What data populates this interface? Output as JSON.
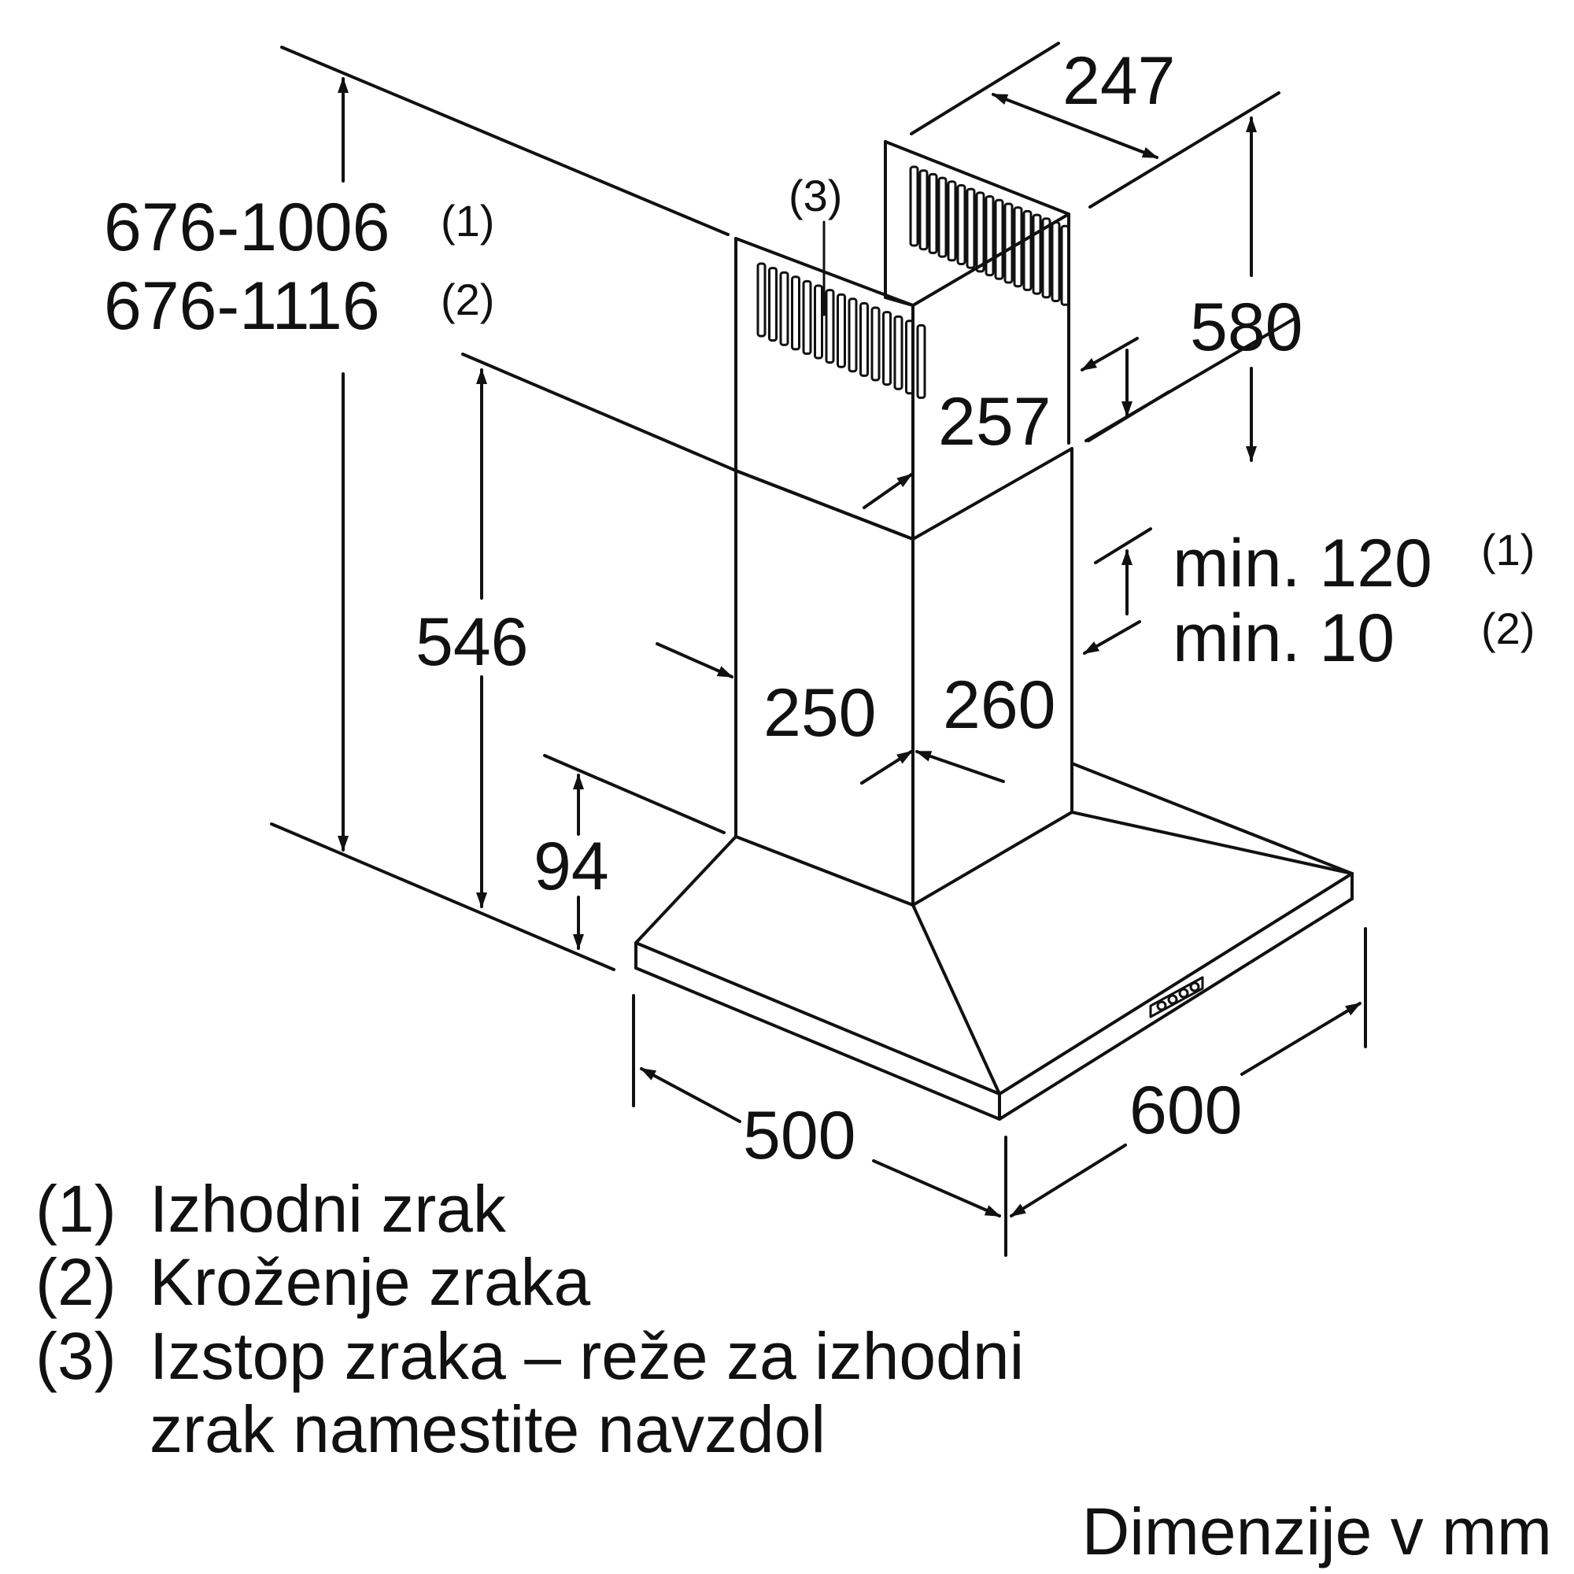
{
  "dimensions": {
    "total_height_1": "676-1006",
    "total_height_1_note": "(1)",
    "total_height_2": "676-1116",
    "total_height_2_note": "(2)",
    "chimney_depth_top": "247",
    "upper_chimney_height": "580",
    "upper_chimney_width": "257",
    "lower_chimney_height": "546",
    "lower_chimney_depth": "250",
    "lower_chimney_width": "260",
    "min_gap_1": "min. 120",
    "min_gap_1_note": "(1)",
    "min_gap_2": "min. 10",
    "min_gap_2_note": "(2)",
    "canopy_height": "94",
    "canopy_depth": "500",
    "canopy_width": "600",
    "vent_callout": "(3)"
  },
  "legend": [
    {
      "num": "(1)",
      "text": "Izhodni zrak"
    },
    {
      "num": "(2)",
      "text": "Kroženje zraka"
    },
    {
      "num": "(3)",
      "text": "Izstop zraka – reže za izhodni"
    },
    {
      "num": "",
      "text": "zrak namestite navzdol"
    }
  ],
  "units_note": "Dimenzije v mm"
}
